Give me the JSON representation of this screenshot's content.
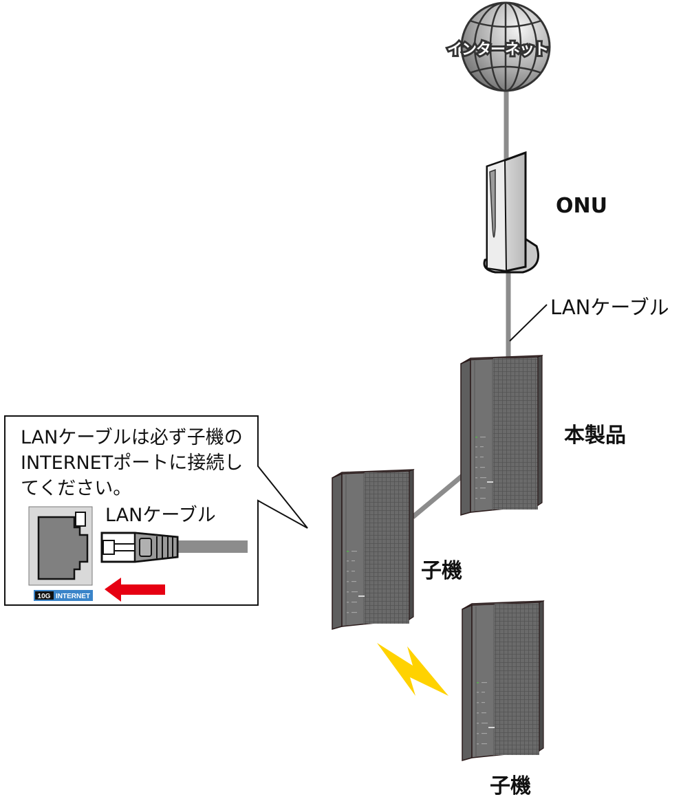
{
  "diagram": {
    "title": "Network connection diagram (wired mesh: 本製品 to 子機)",
    "internet": {
      "label": "インターネット",
      "icon": "globe-icon"
    },
    "onu": {
      "label": "ONU"
    },
    "lan_cable_label": "LANケーブル",
    "main_router": {
      "label": "本製品"
    },
    "satellite_wired": {
      "label": "子機"
    },
    "satellite_wireless": {
      "label": "子機"
    },
    "callout": {
      "text": "LANケーブルは必ず子機のINTERNETポートに接続してください。",
      "cable_label": "LANケーブル",
      "port_badge_speed": "10G",
      "port_badge_name": "INTERNET",
      "arrow": "insert-direction-left"
    },
    "colors": {
      "cable": "#8c8c8c",
      "router_body": "#6e6e6e",
      "arrow_red": "#e60012",
      "lightning_yellow": "#ffd200",
      "badge_blue": "#3a84c9"
    }
  }
}
